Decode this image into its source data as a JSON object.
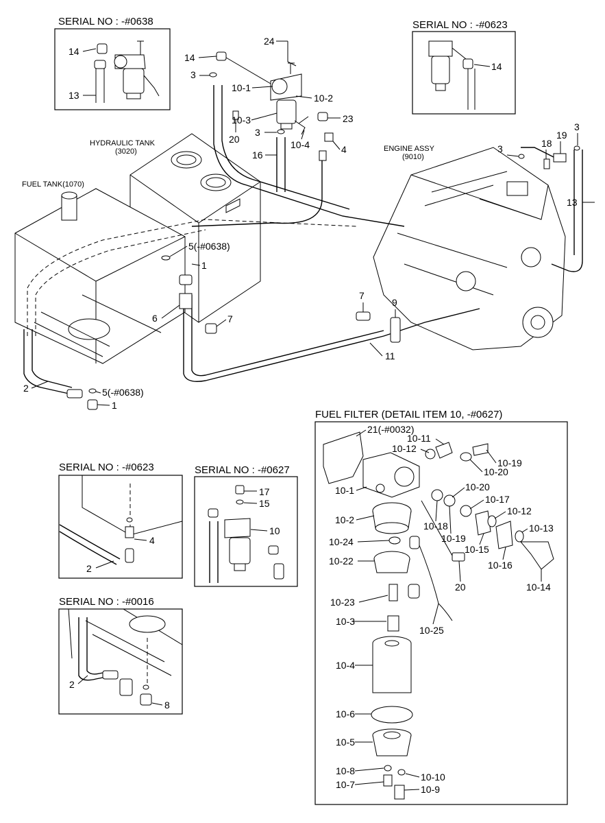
{
  "insets": {
    "serial_0638": {
      "title": "SERIAL NO : -#0638",
      "c14": "14",
      "c13": "13"
    },
    "serial_0623_top": {
      "title": "SERIAL NO : -#0623",
      "c14": "14"
    },
    "serial_0623_bottom": {
      "title": "SERIAL NO : -#0623",
      "c4": "4",
      "c2": "2"
    },
    "serial_0627": {
      "title": "SERIAL NO : -#0627",
      "c17": "17",
      "c15": "15",
      "c10": "10"
    },
    "serial_0016": {
      "title": "SERIAL NO : -#0016",
      "c2": "2",
      "c8": "8"
    }
  },
  "main": {
    "hydraulic_tank": "HYDRAULIC TANK",
    "hydraulic_tank_code": "(3020)",
    "fuel_tank": "FUEL TANK(1070)",
    "engine_assy": "ENGINE ASSY",
    "engine_assy_code": "(9010)",
    "c24": "24",
    "c14": "14",
    "c3_top": "3",
    "c10_1": "10-1",
    "c10_2": "10-2",
    "c10_3": "10-3",
    "c23": "23",
    "c3_mid": "3",
    "c20": "20",
    "c10_4": "10-4",
    "c4": "4",
    "c16": "16",
    "c3_engine": "3",
    "c18": "18",
    "c19": "19",
    "c3_far": "3",
    "c13": "13",
    "c5_top": "5(-#0638)",
    "c1_top": "1",
    "c7_right": "7",
    "c9": "9",
    "c6": "6",
    "c7_left": "7",
    "c11": "11",
    "c2": "2",
    "c5_bottom": "5(-#0638)",
    "c1_bottom": "1"
  },
  "detail": {
    "title": "FUEL FILTER (DETAIL ITEM 10, -#0627)",
    "c21": "21(-#0032)",
    "c10_11": "10-11",
    "c10_12_top": "10-12",
    "c10_19_top": "10-19",
    "c10_20_top": "10-20",
    "c10_1": "10-1",
    "c10_20_mid": "10-20",
    "c10_17": "10-17",
    "c10_12_right": "10-12",
    "c10_2": "10-2",
    "c10_18": "10-18",
    "c10_19_mid": "10-19",
    "c10_13": "10-13",
    "c10_24": "10-24",
    "c10_15": "10-15",
    "c10_22": "10-22",
    "c10_16": "10-16",
    "c20": "20",
    "c10_14": "10-14",
    "c10_23": "10-23",
    "c10_3": "10-3",
    "c10_25": "10-25",
    "c10_4": "10-4",
    "c10_6": "10-6",
    "c10_5": "10-5",
    "c10_8": "10-8",
    "c10_10": "10-10",
    "c10_7": "10-7",
    "c10_9": "10-9"
  }
}
